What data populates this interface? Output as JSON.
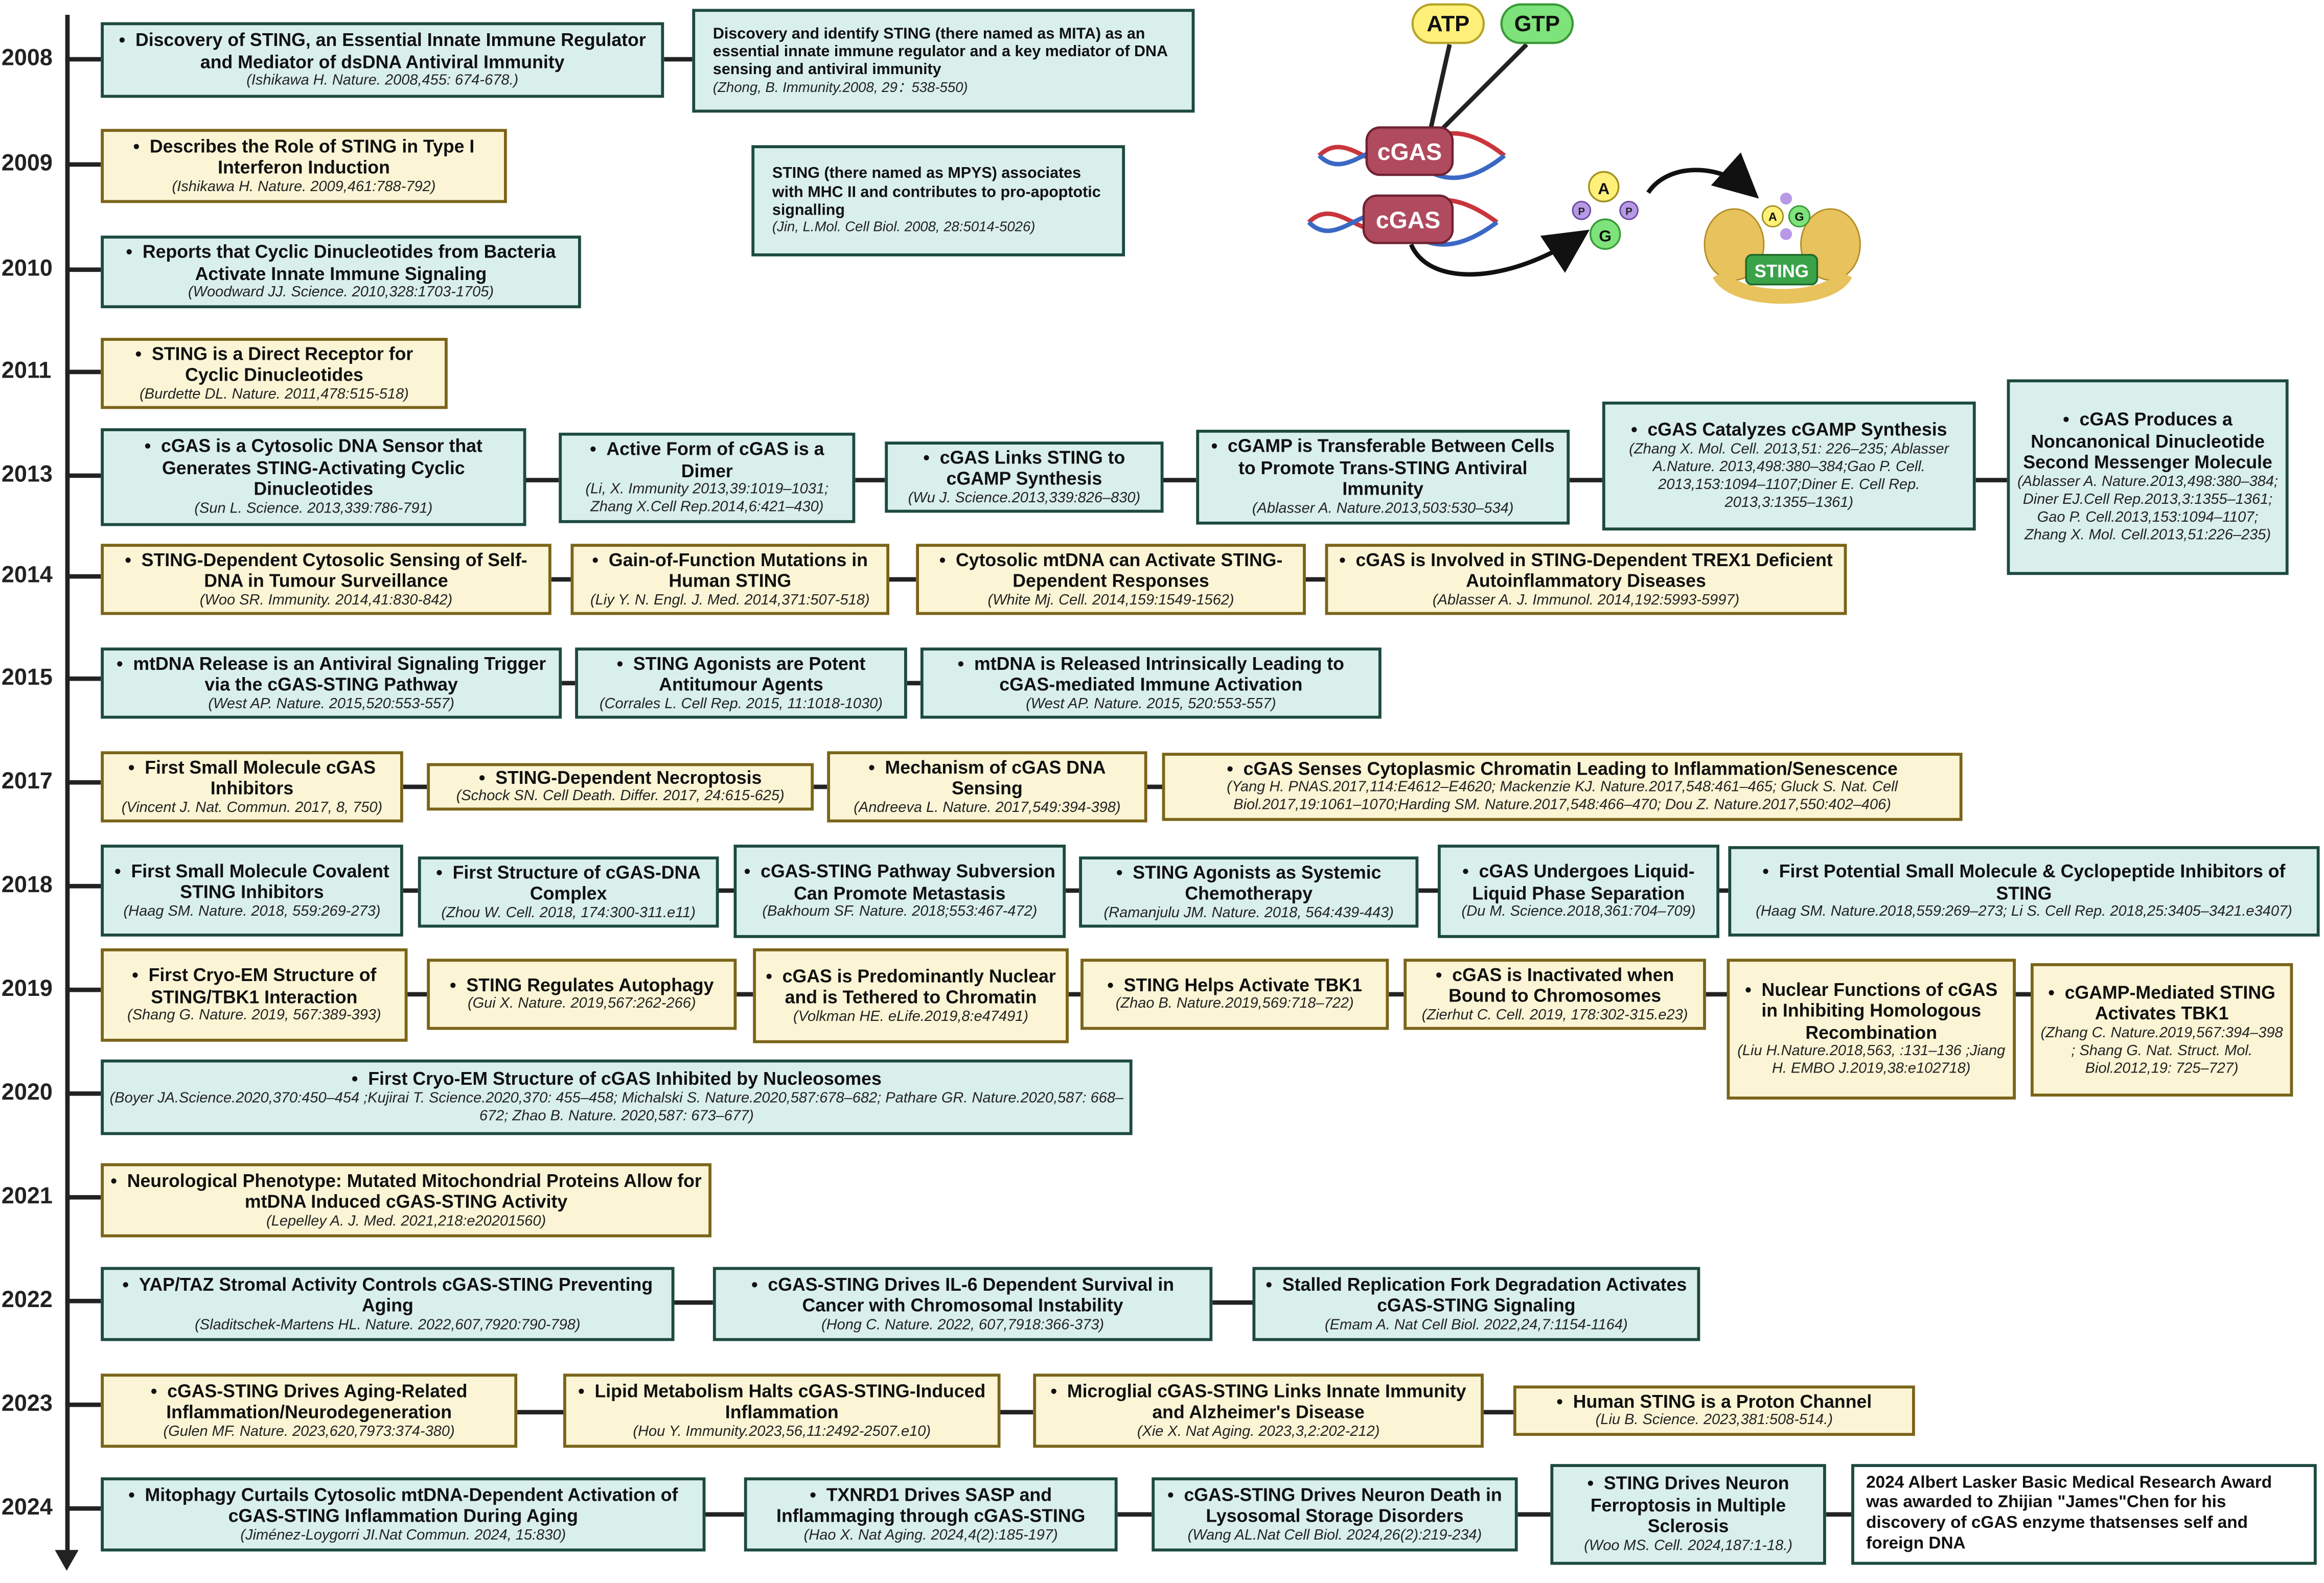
{
  "years": [
    "2008",
    "2009",
    "2010",
    "2011",
    "2013",
    "2014",
    "2015",
    "2017",
    "2018",
    "2019",
    "2020",
    "2021",
    "2022",
    "2023",
    "2024"
  ],
  "illustration": {
    "atp": "ATP",
    "gtp": "GTP",
    "cgas1": "cGAS",
    "cgas2": "cGAS",
    "a": "A",
    "g": "G",
    "a_small": "A",
    "g_small": "G",
    "p": "P",
    "sting": "STING",
    "colors": {
      "enzyme": "#b04a5e",
      "atp_fill": "#fff07a",
      "gtp_fill": "#7ee37a",
      "sting_fill": "#3aa34a",
      "protein": "#e8c25c"
    }
  },
  "entries": {
    "e2008a": {
      "title": "Discovery of STING, an Essential Innate Immune Regulator and  Mediator of dsDNA Antiviral Immunity",
      "ref": "(Ishikawa H. Nature. 2008,455: 674-678.)"
    },
    "e2008b": {
      "title": "Discovery and identify STING (there named as MITA) as an essential innate immune regulator and a key mediator of DNA sensing and antiviral immunity",
      "ref": "(Zhong, B. Immunity.2008, 29：538-550)"
    },
    "e2008c": {
      "title": "STING (there named as MPYS) associates with MHC II and contributes to pro-apoptotic signalling",
      "ref": "(Jin, L.Mol. Cell Biol. 2008, 28:5014-5026)"
    },
    "e2009": {
      "title": "Describes the Role of STING in Type I Interferon Induction",
      "ref": "(Ishikawa H. Nature. 2009,461:788-792)"
    },
    "e2010": {
      "title": "Reports that Cyclic Dinucleotides from Bacteria Activate Innate Immune Signaling",
      "ref": "(Woodward JJ. Science. 2010,328:1703-1705)"
    },
    "e2011": {
      "title": "STING is a Direct Receptor for Cyclic Dinucleotides",
      "ref": "(Burdette DL. Nature. 2011,478:515-518)"
    },
    "e2013a": {
      "title": "cGAS is a Cytosolic DNA Sensor that Generates STING-Activating Cyclic Dinucleotides",
      "ref": "(Sun L. Science. 2013,339:786-791)"
    },
    "e2013b": {
      "title": "Active Form of cGAS is a Dimer",
      "ref": "(Li, X. Immunity 2013,39:1019–1031; Zhang X.Cell Rep.2014,6:421–430)"
    },
    "e2013c": {
      "title": "cGAS Links STING to cGAMP Synthesis",
      "ref": "(Wu J. Science.2013,339:826–830)"
    },
    "e2013d": {
      "title": "cGAMP is Transferable Between Cells to Promote Trans-STING Antiviral Immunity",
      "ref": "(Ablasser A. Nature.2013,503:530–534)"
    },
    "e2013e": {
      "title": "cGAS Catalyzes cGAMP Synthesis",
      "ref": "(Zhang X. Mol. Cell. 2013,51: 226–235; Ablasser A.Nature. 2013,498:380–384;Gao P. Cell. 2013,153:1094–1107;Diner E. Cell Rep. 2013,3:1355–1361)"
    },
    "e2013f": {
      "title": "cGAS Produces a Noncanonical Dinucleotide Second Messenger Molecule",
      "ref": "(Ablasser A. Nature.2013,498:380–384; Diner EJ.Cell Rep.2013,3:1355–1361; Gao P. Cell.2013,153:1094–1107; Zhang X. Mol. Cell.2013,51:226–235)"
    },
    "e2014a": {
      "title": "STING-Dependent Cytosolic Sensing of Self-DNA in Tumour Surveillance",
      "ref": "(Woo SR. Immunity. 2014,41:830-842)"
    },
    "e2014b": {
      "title": "Gain-of-Function Mutations in Human STING",
      "ref": "(Liy Y. N. Engl. J. Med. 2014,371:507-518)"
    },
    "e2014c": {
      "title": "Cytosolic mtDNA can Activate STING-Dependent Responses",
      "ref": "(White Mj. Cell. 2014,159:1549-1562)"
    },
    "e2014d": {
      "title": "cGAS is Involved in STING-Dependent TREX1 Deficient Autoinflammatory Diseases",
      "ref": "(Ablasser A. J. Immunol. 2014,192:5993-5997)"
    },
    "e2015a": {
      "title": "mtDNA Release is an Antiviral Signaling Trigger via the cGAS-STING Pathway",
      "ref": "(West AP. Nature. 2015,520:553-557)"
    },
    "e2015b": {
      "title": "STING Agonists are Potent Antitumour Agents",
      "ref": "(Corrales L. Cell Rep. 2015, 11:1018-1030)"
    },
    "e2015c": {
      "title": "mtDNA is Released Intrinsically Leading to cGAS-mediated Immune Activation",
      "ref": "(West AP. Nature. 2015, 520:553-557)"
    },
    "e2017a": {
      "title": "First Small Molecule cGAS Inhibitors",
      "ref": "(Vincent J. Nat. Commun. 2017, 8, 750)"
    },
    "e2017b": {
      "title": "STING-Dependent Necroptosis",
      "ref": "(Schock SN. Cell Death. Differ. 2017, 24:615-625)"
    },
    "e2017c": {
      "title": "Mechanism of cGAS DNA Sensing",
      "ref": "(Andreeva L. Nature. 2017,549:394-398)"
    },
    "e2017d": {
      "title": "cGAS Senses Cytoplasmic Chromatin Leading to Inflammation/Senescence",
      "ref": "(Yang H. PNAS.2017,114:E4612–E4620; Mackenzie KJ. Nature.2017,548:461–465; Gluck S. Nat. Cell Biol.2017,19:1061–1070;Harding SM. Nature.2017,548:466–470; Dou Z. Nature.2017,550:402–406)"
    },
    "e2018a": {
      "title": "First Small Molecule Covalent STING Inhibitors",
      "ref": "(Haag SM. Nature. 2018, 559:269-273)"
    },
    "e2018b": {
      "title": "First Structure of cGAS-DNA Complex",
      "ref": "(Zhou W. Cell. 2018, 174:300-311.e11)"
    },
    "e2018c": {
      "title": "cGAS-STING Pathway Subversion Can Promote Metastasis",
      "ref": "(Bakhoum SF. Nature. 2018;553:467-472)"
    },
    "e2018d": {
      "title": "STING Agonists as Systemic Chemotherapy",
      "ref": "(Ramanjulu JM. Nature. 2018, 564:439-443)"
    },
    "e2018e": {
      "title": "cGAS Undergoes Liquid-Liquid Phase Separation",
      "ref": "(Du M. Science.2018,361:704–709)"
    },
    "e2018f": {
      "title": "First Potential Small Molecule & Cyclopeptide Inhibitors of STING",
      "ref": "(Haag SM. Nature.2018,559:269–273; Li S. Cell Rep. 2018,25:3405–3421.e3407)"
    },
    "e2019a": {
      "title": "First Cryo-EM Structure of STING/TBK1 Interaction",
      "ref": "(Shang G. Nature. 2019, 567:389-393)"
    },
    "e2019b": {
      "title": "STING Regulates Autophagy",
      "ref": "(Gui X. Nature. 2019,567:262-266)"
    },
    "e2019c": {
      "title": "cGAS is Predominantly Nuclear and is Tethered to Chromatin",
      "ref": "(Volkman HE. eLife.2019,8:e47491)"
    },
    "e2019d": {
      "title": "STING Helps Activate TBK1",
      "ref": "(Zhao B. Nature.2019,569:718–722)"
    },
    "e2019e": {
      "title": "cGAS is Inactivated when Bound to Chromosomes",
      "ref": "(Zierhut C. Cell. 2019, 178:302-315.e23)"
    },
    "e2019f": {
      "title": "Nuclear Functions of cGAS in Inhibiting Homologous Recombination",
      "ref": "(Liu H.Nature.2018,563, :131–136 ;Jiang H. EMBO J.2019,38:e102718)"
    },
    "e2019g": {
      "title": "cGAMP-Mediated STING Activates TBK1",
      "ref": "(Zhang C. Nature.2019,567:394–398 ; Shang G. Nat. Struct. Mol. Biol.2012,19: 725–727)"
    },
    "e2020": {
      "title": "First Cryo-EM Structure of cGAS Inhibited by Nucleosomes",
      "ref": "(Boyer JA.Science.2020,370:450–454 ;Kujirai T. Science.2020,370: 455–458; Michalski S. Nature.2020,587:678–682;  Pathare GR. Nature.2020,587: 668–672;  Zhao B. Nature. 2020,587: 673–677)"
    },
    "e2021": {
      "title": "Neurological Phenotype: Mutated Mitochondrial Proteins Allow for mtDNA Induced cGAS-STING Activity",
      "ref": "(Lepelley A. J. Med. 2021,218:e20201560)"
    },
    "e2022a": {
      "title": "YAP/TAZ Stromal Activity Controls cGAS-STING Preventing Aging",
      "ref": "(Sladitschek-Martens HL. Nature. 2022,607,7920:790-798)"
    },
    "e2022b": {
      "title": "cGAS-STING Drives IL-6 Dependent Survival in Cancer with Chromosomal Instability",
      "ref": "(Hong C. Nature. 2022, 607,7918:366-373)"
    },
    "e2022c": {
      "title": "Stalled Replication Fork Degradation Activates cGAS-STING Signaling",
      "ref": "(Emam A. Nat Cell Biol. 2022,24,7:1154-1164)"
    },
    "e2023a": {
      "title": "cGAS-STING Drives Aging-Related Inflammation/Neurodegeneration",
      "ref": "(Gulen MF. Nature. 2023,620,7973:374-380)"
    },
    "e2023b": {
      "title": "Lipid Metabolism Halts cGAS-STING-Induced Inflammation",
      "ref": "(Hou Y. Immunity.2023,56,11:2492-2507.e10)"
    },
    "e2023c": {
      "title": "Microglial cGAS-STING Links Innate Immunity and Alzheimer's Disease",
      "ref": "(Xie X. Nat Aging. 2023,3,2:202-212)"
    },
    "e2023d": {
      "title": "Human STING is a Proton Channel",
      "ref": "(Liu B. Science. 2023,381:508-514.)"
    },
    "e2024a": {
      "title": "Mitophagy Curtails Cytosolic mtDNA-Dependent Activation of cGAS-STING Inflammation During Aging",
      "ref": "(Jiménez-Loygorri JI.Nat Commun. 2024, 15:830)"
    },
    "e2024b": {
      "title": "TXNRD1 Drives SASP and Inflammaging through cGAS-STING",
      "ref": "(Hao X. Nat Aging. 2024,4(2):185-197)"
    },
    "e2024c": {
      "title": "cGAS-STING Drives Neuron Death in Lysosomal Storage Disorders",
      "ref": "(Wang AL.Nat Cell Biol. 2024,26(2):219-234)"
    },
    "e2024d": {
      "title": "STING Drives Neuron Ferroptosis in Multiple Sclerosis",
      "ref": "(Woo MS. Cell. 2024,187:1-18.)"
    },
    "e2024e": {
      "title": "2024 Albert Lasker Basic Medical Research Award was awarded to Zhijian \"James\"Chen for his discovery of cGAS enzyme thatsenses self and foreign DNA"
    }
  }
}
